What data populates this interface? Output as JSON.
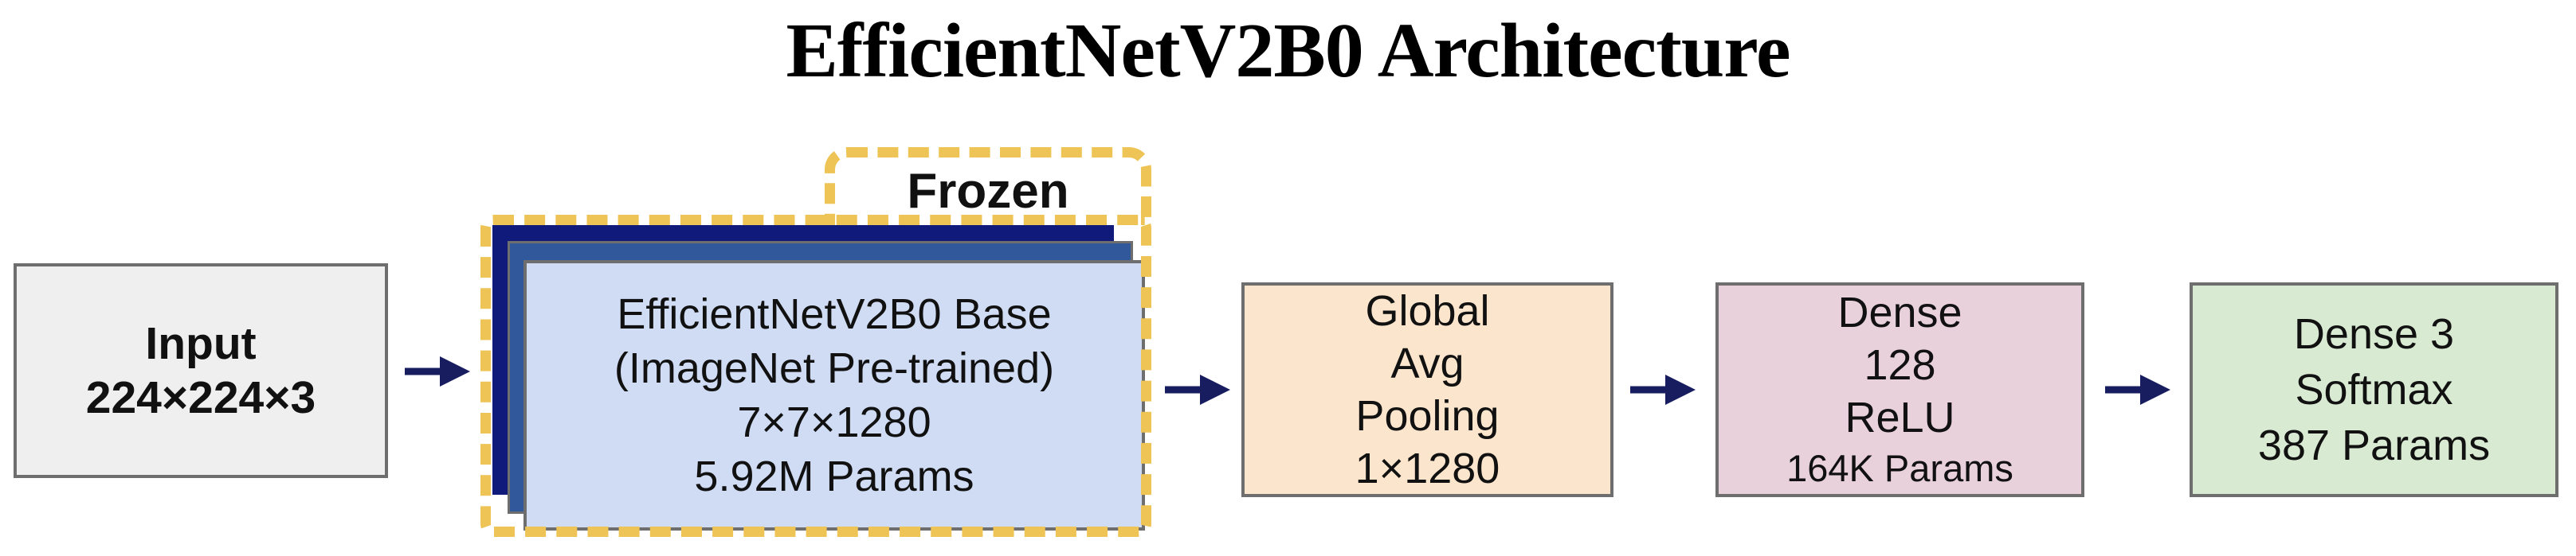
{
  "title": "EfficientNetV2B0 Architecture",
  "annotations": {
    "frozen_label": "Frozen"
  },
  "nodes": [
    {
      "id": "input",
      "lines": [
        "Input",
        "224×224×3"
      ]
    },
    {
      "id": "efficientnet-base",
      "lines": [
        "EfficientNetV2B0 Base",
        "(ImageNet Pre-trained)",
        "7×7×1280",
        "5.92M Params"
      ]
    },
    {
      "id": "global-avg-pooling",
      "lines": [
        "Global",
        "Avg",
        "Pooling",
        "1×1280"
      ]
    },
    {
      "id": "dense-128",
      "lines": [
        "Dense",
        "128",
        "ReLU",
        "164K Params"
      ]
    },
    {
      "id": "dense-3",
      "lines": [
        "Dense 3",
        "Softmax",
        "387 Params"
      ]
    }
  ],
  "colors": {
    "input_fill": "#efefef",
    "base_back_fill": "#101a7a",
    "base_mid_fill": "#30589b",
    "base_front_fill": "#cfdcf4",
    "frozen_dash": "#eec456",
    "pooling_fill": "#fbe5cd",
    "dense_fill": "#e9d1dc",
    "output_fill": "#d9ead3",
    "arrow": "#181d5f",
    "box_border": "#6e6e6e",
    "text": "#111111"
  }
}
